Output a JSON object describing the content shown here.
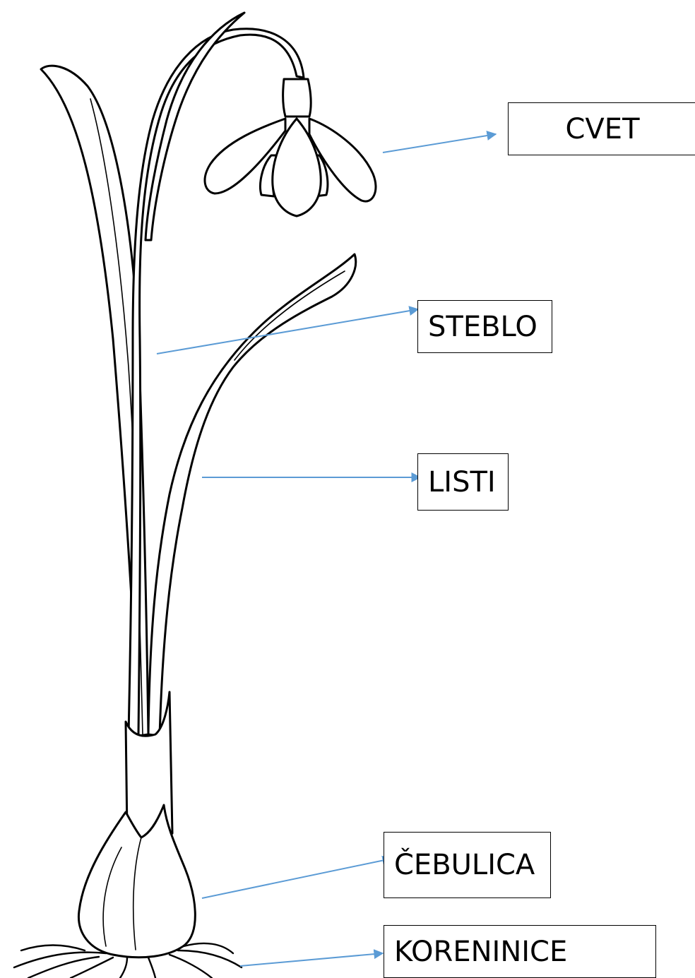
{
  "labels": {
    "flower": "CVET",
    "stem": "STEBLO",
    "leaves": "LISTI",
    "bulb": "ČEBULICA",
    "roots": "KORENINICE"
  },
  "colors": {
    "arrow": "#5b9bd5",
    "outline": "#000000",
    "background": "#ffffff"
  }
}
